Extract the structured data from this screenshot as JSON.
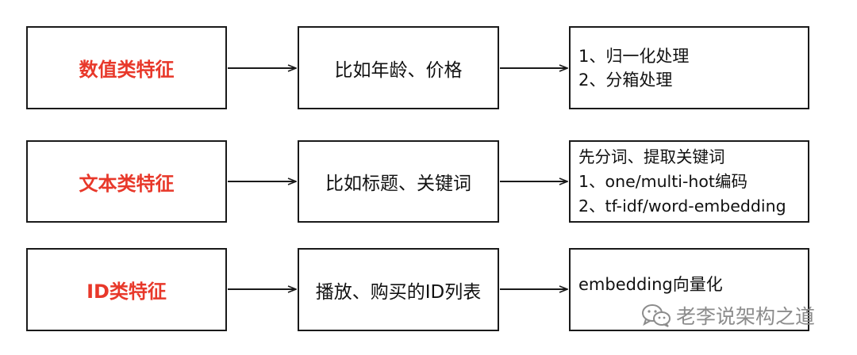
{
  "rows": [
    {
      "category": "数值类特征",
      "example": "比如年龄、价格",
      "methods": [
        "1、归一化处理",
        "2、分箱处理"
      ]
    },
    {
      "category": "文本类特征",
      "example": "比如标题、关键词",
      "methods": [
        "先分词、提取关键词",
        "1、one/multi-hot编码",
        "2、tf-idf/word-embedding"
      ]
    },
    {
      "category": "ID类特征",
      "example": "播放、购买的ID列表",
      "methods": [
        "embedding向量化"
      ]
    }
  ],
  "watermark": {
    "text": "老李说架构之道",
    "icon": "wechat-icon"
  },
  "colors": {
    "category_text": "#e8382a",
    "border": "#1a1a1a",
    "watermark": "#8c8c8c"
  }
}
